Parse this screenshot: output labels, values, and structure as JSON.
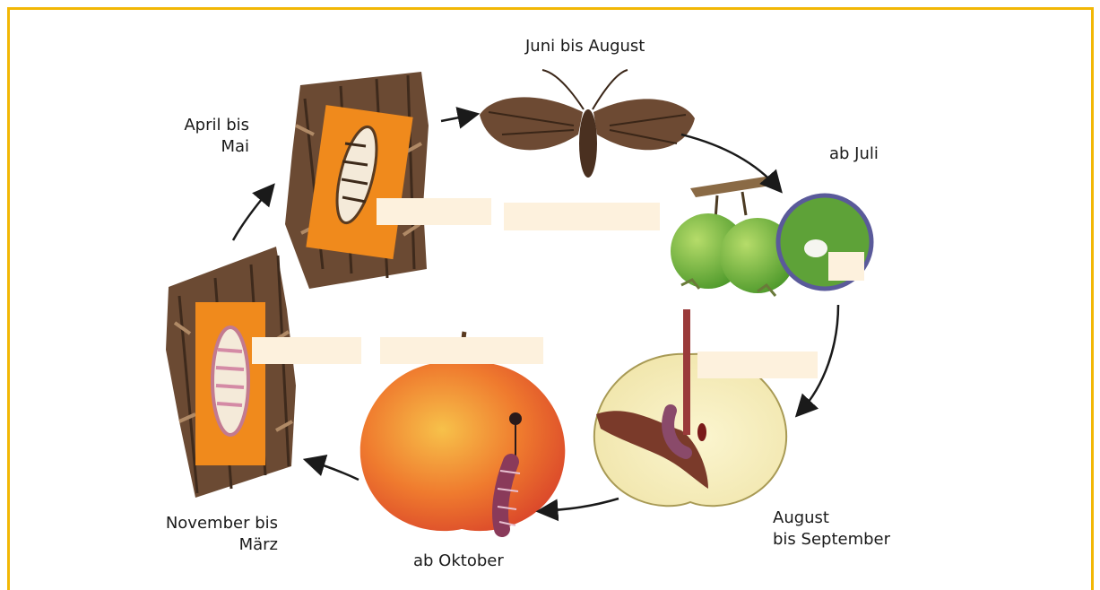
{
  "stages": {
    "moth": {
      "label": "Juni bis August"
    },
    "eggs": {
      "label": "ab Juli"
    },
    "larva_in_fruit": {
      "line1": "August",
      "line2": "bis September"
    },
    "larva_leaving": {
      "label": "ab Oktober"
    },
    "hibernation": {
      "line1": "November bis",
      "line2": "März"
    },
    "pupa": {
      "line1": "April bis",
      "line2": "Mai"
    }
  },
  "answer_blanks": [
    {
      "id": "blank-pupa",
      "value": ""
    },
    {
      "id": "blank-moth",
      "value": ""
    },
    {
      "id": "blank-egg",
      "value": ""
    },
    {
      "id": "blank-larva-fruit",
      "value": ""
    },
    {
      "id": "blank-hibernation-1",
      "value": ""
    },
    {
      "id": "blank-hibernation-2",
      "value": ""
    }
  ],
  "colors": {
    "frame": "#f2b705",
    "blank": "#fdf1dd",
    "arrow": "#1a1a1a",
    "bark": "#6b4a33",
    "orange_panel": "#f08a1c",
    "apple_red": "#e8542b",
    "apple_yellow": "#f2c443",
    "green_apple": "#7fbf3f",
    "lens_ring": "#5a5a9a"
  }
}
